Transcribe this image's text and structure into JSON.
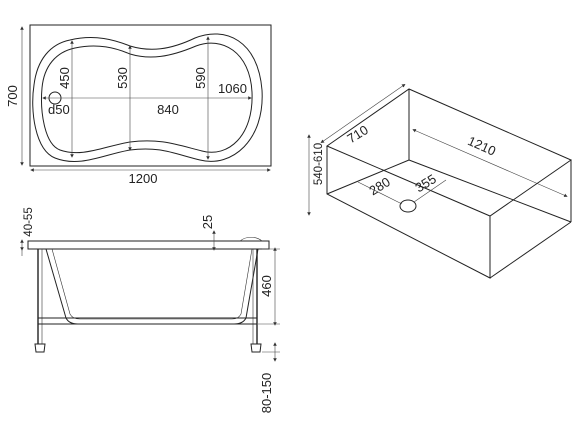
{
  "top_view": {
    "outer_width": "1200",
    "outer_height": "700",
    "dim_450": "450",
    "dim_530": "530",
    "dim_590": "590",
    "dim_1060": "1060",
    "dim_840": "840",
    "drain_d": "d50"
  },
  "side_view": {
    "rim_height": "40-55",
    "rim_offset": "25",
    "depth": "460",
    "legs_height": "80-150"
  },
  "iso_view": {
    "width": "710",
    "length": "1210",
    "height": "540-610",
    "drain_x": "280",
    "drain_y": "355"
  }
}
